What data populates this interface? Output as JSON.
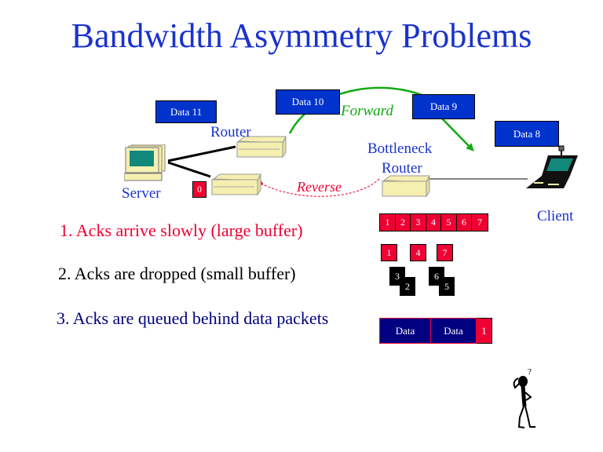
{
  "title": "Bandwidth Asymmetry Problems",
  "nodes": {
    "server": "Server",
    "router": "Router",
    "bottleneck_router": [
      "Bottleneck",
      "Router"
    ],
    "client": "Client"
  },
  "paths": {
    "forward": "Forward",
    "reverse": "Reverse"
  },
  "packets": {
    "data11": "Data 11",
    "data10": "Data 10",
    "data9": "Data 9",
    "data8": "Data 8",
    "ack0": "0"
  },
  "problems": [
    {
      "text": "1. Acks arrive slowly (large buffer)",
      "color": "#ee0033"
    },
    {
      "text": "2. Acks are dropped (small buffer)",
      "color": "#000000"
    },
    {
      "text": "3. Acks are queued behind data packets",
      "color": "#000080"
    }
  ],
  "illustrations": {
    "large_buffer_acks": [
      "1",
      "2",
      "3",
      "4",
      "5",
      "6",
      "7"
    ],
    "small_buffer_kept": [
      "1",
      "4",
      "7"
    ],
    "small_buffer_dropped": [
      [
        "3",
        "2"
      ],
      [
        "6",
        "5"
      ]
    ],
    "queue": {
      "data1": "Data",
      "data2": "Data",
      "ack": "1"
    }
  },
  "colors": {
    "title": "#1a33cc",
    "data_packet": "#0033cc",
    "ack_packet": "#ee0033",
    "forward_arrow": "#11aa11",
    "reverse_arrow": "#ee0033",
    "queue_data": "#000080"
  }
}
